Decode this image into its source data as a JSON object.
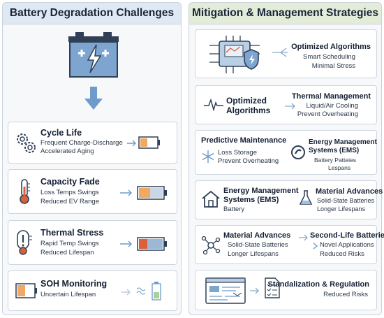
{
  "left": {
    "title": "Battery Degradation Challenges",
    "cards": [
      {
        "title": "Cycle Life",
        "lines": [
          "Frequent Charge-Discharge",
          "Accelerated Aging"
        ],
        "icon": "gears-icon"
      },
      {
        "title": "Capacity Fade",
        "lines": [
          "Loss Temps Swings",
          "Reduced EV Range"
        ],
        "icon": "thermometer-icon"
      },
      {
        "title": "Thermal Stress",
        "lines": [
          "Rapid Temp Swings",
          "Reduced Lifespan"
        ],
        "icon": "warning-thermometer-icon"
      },
      {
        "title": "SOH Monitoring",
        "lines": [
          "Uncertain Lifespan"
        ],
        "icon": "battery-icon"
      }
    ]
  },
  "right": {
    "title": "Mitigation & Management Strategies",
    "rows": [
      {
        "a": {
          "title": "Optimized Algorithms",
          "lines": [
            "Smart Scheduling",
            "Minimal Stress"
          ]
        }
      },
      {
        "a": {
          "title": "Optimized Algorithms",
          "lines": []
        },
        "b": {
          "title": "Thermal Management",
          "lines": [
            "Liquid/Air Cooling",
            "Prevent Overheating"
          ]
        }
      },
      {
        "a": {
          "title": "Predictive Maintenance",
          "lines": [
            "Loss Storage",
            "Prevent Overheating"
          ]
        },
        "b": {
          "title_lines": [
            "Energy Management",
            "Systems (EMS)"
          ],
          "lines": [
            "Battery Patteies",
            "Lespans"
          ]
        }
      },
      {
        "a": {
          "title_lines": [
            "Energy Management",
            "Systems (EMS)"
          ],
          "lines": [
            "Battery"
          ]
        },
        "b": {
          "title": "Material Advances",
          "lines": [
            "Solid-State Batteries",
            "Longer Lifespans"
          ]
        }
      },
      {
        "a": {
          "title": "Material Advances",
          "lines": [
            "Solid-State Batteries",
            "Longer Lifespans"
          ]
        },
        "b": {
          "title": "Second-Life Batteries",
          "lines": [
            "Novel Applications",
            "Reduced Risks"
          ]
        }
      },
      {
        "b": {
          "title": "Standalization & Regulation",
          "lines": [
            "Reduced Risks"
          ]
        }
      }
    ]
  },
  "colors": {
    "accent_blue": "#6e9bc9",
    "battery_orange": "#f0a862",
    "battery_red": "#d9603b",
    "header_left": "#dfe9f3",
    "header_right": "#e2ecd9"
  }
}
